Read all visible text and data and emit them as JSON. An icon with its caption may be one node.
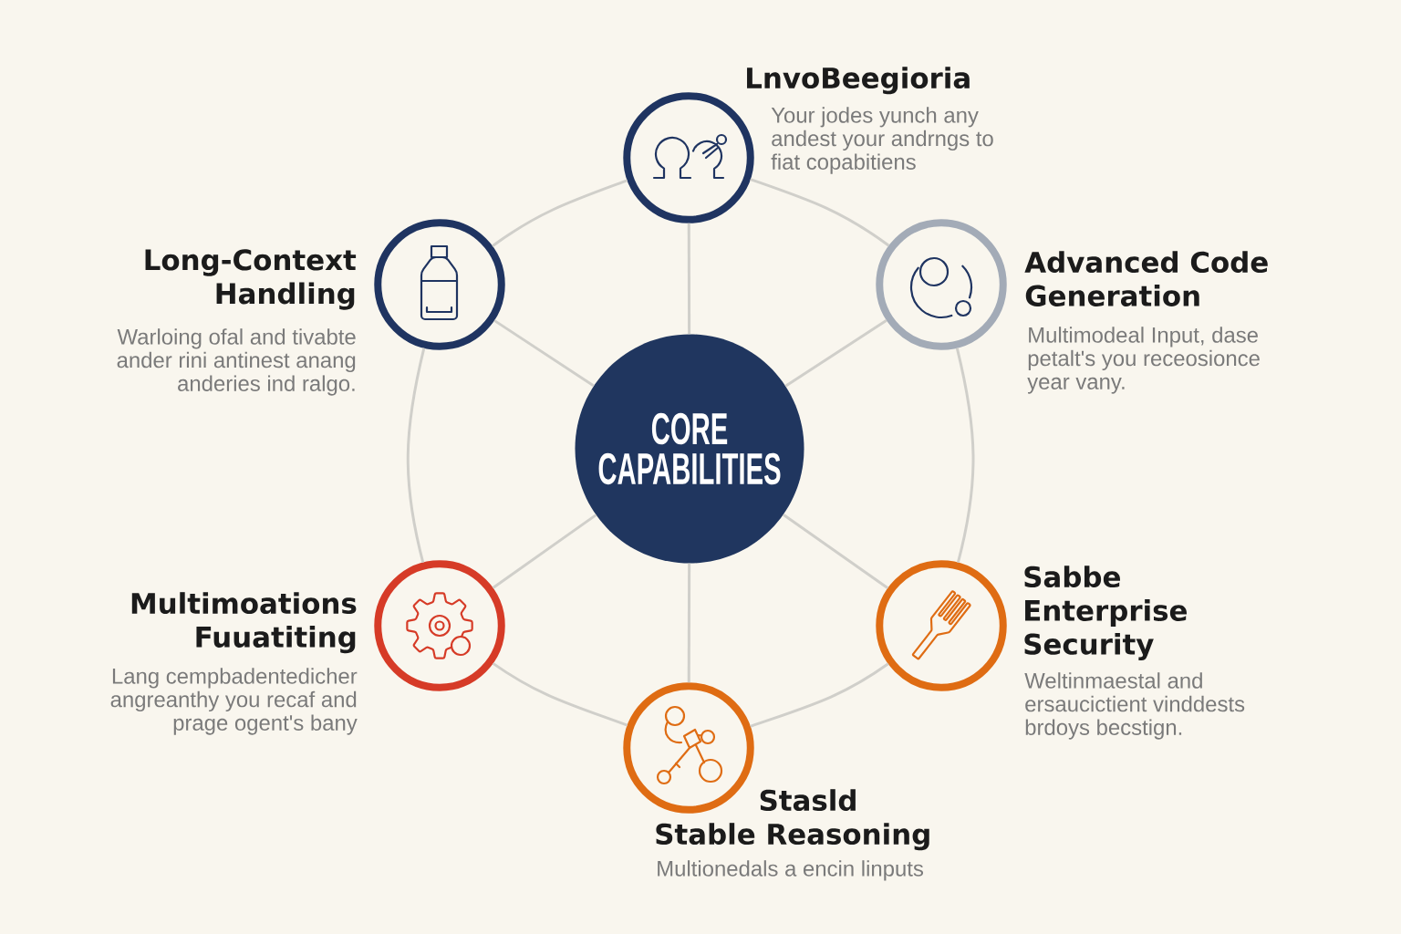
{
  "diagram": {
    "nodes": [
      {
        "text": [
          "CORE CAPABILITIES"
        ]
      },
      {
        "text": [
          "LnvoBeegioria",
          "Your jodes yunch any andest your andrngs to fiat copabitiens"
        ]
      },
      {
        "text": [
          "Long-Context Handling",
          "Warloing ofal and tivabte ander rini antinest anang anderies ind ralgo."
        ]
      },
      {
        "text": [
          "Advanced Code Generation",
          "Multimodeal Input, dase petalt's you receosionce year vany."
        ]
      },
      {
        "text": [
          "Multimoations Fuuatiting",
          "Lang cempbadentedicher angreanthy you recaf and prage ogent's bany"
        ]
      },
      {
        "text": [
          "Sabbe Enterprise Security",
          "Weltinmaestal and ersaucictient vinddests brdoys becstign."
        ]
      },
      {
        "text": [
          "Stasld",
          "Stable Reasoning",
          "Multionedals a encin linputs"
        ]
      }
    ],
    "edges": [
      {
        "from": 0,
        "to": 1,
        "arrow": "none"
      },
      {
        "from": 0,
        "to": 2,
        "arrow": "none"
      },
      {
        "from": 0,
        "to": 3,
        "arrow": "none"
      },
      {
        "from": 0,
        "to": 4,
        "arrow": "none"
      },
      {
        "from": 0,
        "to": 5,
        "arrow": "none"
      },
      {
        "from": 0,
        "to": 6,
        "arrow": "none"
      },
      {
        "from": 1,
        "to": 2,
        "arrow": "none"
      },
      {
        "from": 1,
        "to": 3,
        "arrow": "none"
      },
      {
        "from": 2,
        "to": 4,
        "arrow": "none"
      },
      {
        "from": 3,
        "to": 5,
        "arrow": "none"
      },
      {
        "from": 4,
        "to": 6,
        "arrow": "none"
      },
      {
        "from": 5,
        "to": 6,
        "arrow": "none"
      }
    ]
  }
}
